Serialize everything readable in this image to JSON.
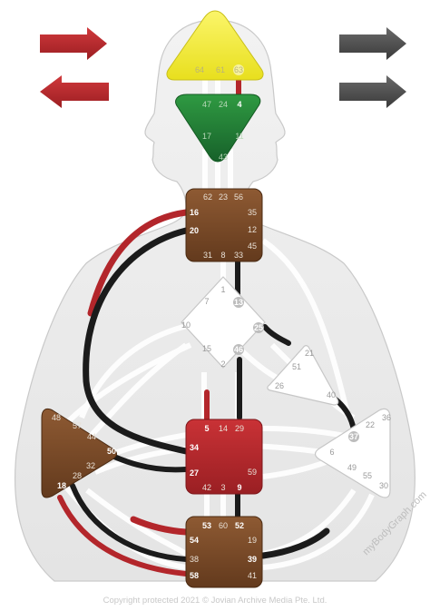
{
  "arrows": {
    "left_top": {
      "direction": "right",
      "color": "#b3262b"
    },
    "left_bottom": {
      "direction": "left",
      "color": "#b3262b"
    },
    "right_top": {
      "direction": "right",
      "color": "#4a4a4a"
    },
    "right_bottom": {
      "direction": "right",
      "color": "#4a4a4a"
    }
  },
  "centers": {
    "head": {
      "color": "#f5ee3a",
      "gates": [
        "64",
        "61",
        "63"
      ]
    },
    "ajna": {
      "color": "#1f7a2e",
      "gates": [
        "47",
        "24",
        "4",
        "17",
        "11",
        "43"
      ]
    },
    "throat": {
      "color": "#7a4a2a",
      "gates": [
        "62",
        "23",
        "56",
        "16",
        "35",
        "20",
        "12",
        "45",
        "31",
        "8",
        "33"
      ]
    },
    "g": {
      "color": "#ffffff",
      "gates": [
        "1",
        "7",
        "13",
        "10",
        "25",
        "15",
        "46",
        "2"
      ]
    },
    "heart": {
      "color": "#ffffff",
      "gates": [
        "21",
        "51",
        "26",
        "40"
      ]
    },
    "sacral": {
      "color": "#b3262b",
      "gates": [
        "5",
        "14",
        "29",
        "34",
        "27",
        "59",
        "42",
        "3",
        "9"
      ]
    },
    "spleen": {
      "color": "#7a4a2a",
      "gates": [
        "48",
        "57",
        "44",
        "50",
        "32",
        "28",
        "18"
      ]
    },
    "solar_plexus": {
      "color": "#ffffff",
      "gates": [
        "36",
        "22",
        "37",
        "6",
        "49",
        "55",
        "30"
      ]
    },
    "root": {
      "color": "#7a4a2a",
      "gates": [
        "53",
        "60",
        "52",
        "54",
        "19",
        "38",
        "39",
        "58",
        "41"
      ]
    }
  },
  "watermark": "myBodyGraph.com",
  "copyright": "Copyright protected 2021 © Jovian Archive Media Pte. Ltd."
}
